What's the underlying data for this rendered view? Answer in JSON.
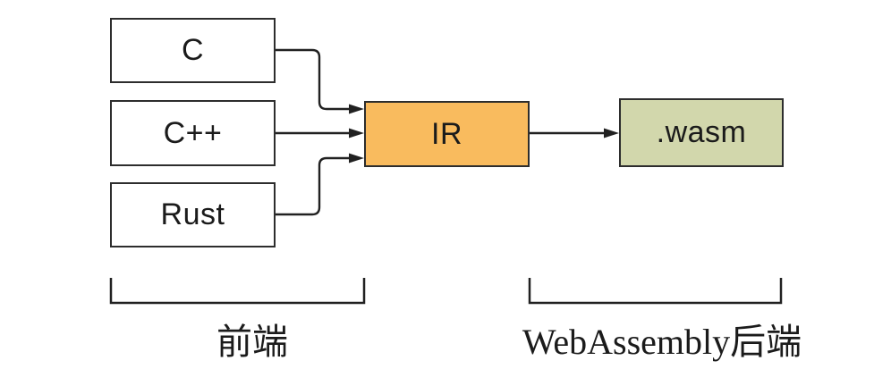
{
  "nodes": {
    "c": {
      "label": "C"
    },
    "cpp": {
      "label": "C++"
    },
    "rust": {
      "label": "Rust"
    },
    "ir": {
      "label": "IR"
    },
    "wasm": {
      "label": ".wasm"
    }
  },
  "edges": [
    {
      "from": "C",
      "to": "IR"
    },
    {
      "from": "C++",
      "to": "IR"
    },
    {
      "from": "Rust",
      "to": "IR"
    },
    {
      "from": "IR",
      "to": ".wasm"
    }
  ],
  "groups": {
    "frontend": {
      "label": "前端"
    },
    "backend": {
      "label": "WebAssembly后端"
    }
  },
  "colors": {
    "source_fill": "#ffffff",
    "ir_fill": "#f9bb5e",
    "wasm_fill": "#d2d7ac",
    "stroke": "#2d2d2d"
  }
}
